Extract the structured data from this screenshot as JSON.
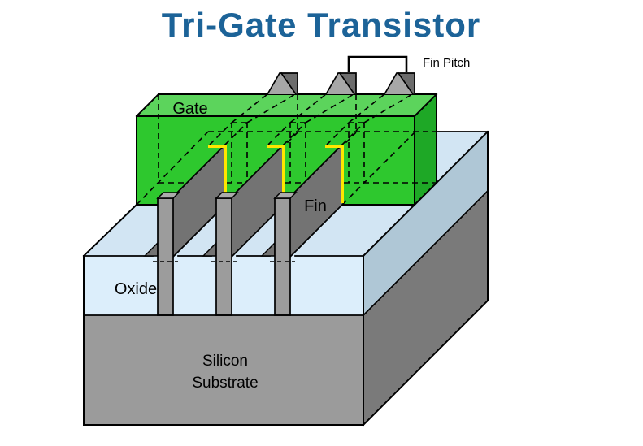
{
  "title": {
    "text": "Tri-Gate Transistor"
  },
  "labels": {
    "gate": "Gate",
    "fin": "Fin",
    "oxide": "Oxide",
    "substrate_line1": "Silicon",
    "substrate_line2": "Substrate",
    "fin_pitch": "Fin Pitch"
  },
  "colors": {
    "background": "#FFFFFF",
    "title_text": "#1C6398",
    "label_text": "#000000",
    "outline": "#000000",
    "gate_top": "#5CD45C",
    "gate_front": "#2EC82E",
    "gate_side": "#1EA826",
    "oxide_front": "#DCEEFB",
    "oxide_top": "#D2E5F3",
    "oxide_side": "#AFC7D6",
    "substrate_front": "#9B9B9B",
    "substrate_side": "#7A7A7A",
    "fin_column": "#9C9C9C",
    "fin_side": "#737373",
    "fin_cap": "#ABABAB",
    "fin_top_light": "#A7A7A7",
    "fin_top_dark": "#6C6C6C",
    "gate_oxide_interface": "#FFE600",
    "bracket": "#000000"
  }
}
